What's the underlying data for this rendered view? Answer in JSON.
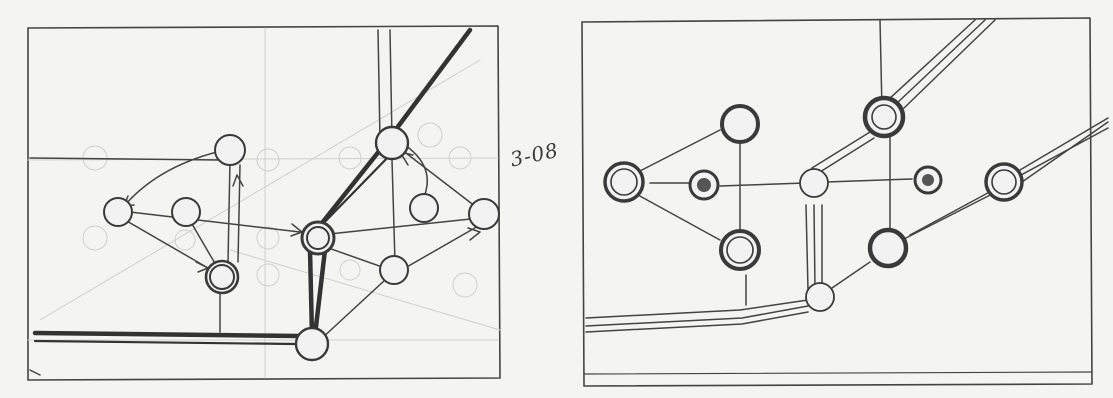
{
  "annotation": {
    "text": "3-08"
  },
  "colors": {
    "paper": "#f4f4f2",
    "pencil": "#3a3a3a",
    "faint": "#c9c9c9",
    "node_fill": "#f2f2f2",
    "dark_fill": "#555555"
  },
  "panels": [
    {
      "id": "left-sketch",
      "description_icon": "network-sketch"
    },
    {
      "id": "right-sketch",
      "description_icon": "network-sketch"
    }
  ]
}
